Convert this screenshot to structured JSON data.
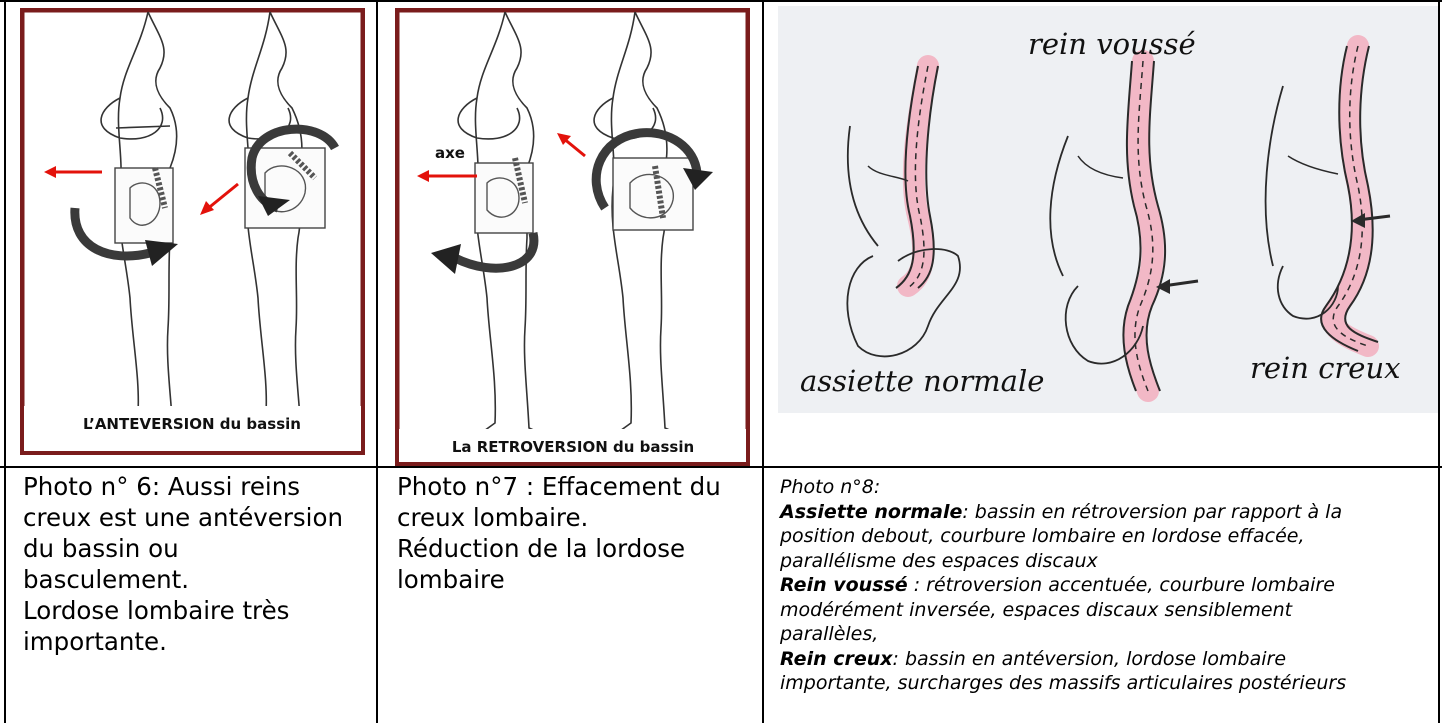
{
  "figure1": {
    "banner": "L’ANTEVERSION du bassin",
    "illustration": "anteversion-illustration"
  },
  "figure2": {
    "banner": "La RETROVERSION du bassin",
    "axis_label": "axe",
    "illustration": "retroversion-illustration"
  },
  "figure3": {
    "label_top": "rein voussé",
    "label_left": "assiette normale",
    "label_right": "rein creux",
    "illustration": "spine-curvature-sketch"
  },
  "caption1": {
    "lines": [
      "Photo n° 6: Aussi reins",
      "creux est une antéversion",
      "du bassin ou",
      "basculement.",
      "Lordose lombaire très",
      "importante."
    ]
  },
  "caption2": {
    "lines": [
      "Photo n°7 : Effacement du",
      "creux lombaire.",
      "Réduction de la lordose",
      "lombaire"
    ]
  },
  "caption3": {
    "title": "Photo n°8:",
    "p1_bold": "Assiette normale",
    "p1_rest_a": ": bassin en rétroversion par rapport à la",
    "p1_rest_b": "position debout, courbure lombaire en lordose effacée,",
    "p1_rest_c": "parallélisme des espaces discaux",
    "p2_bold": "Rein voussé",
    "p2_rest_a": " : rétroversion accentuée, courbure lombaire",
    "p2_rest_b": "modérément inversée, espaces discaux sensiblement",
    "p2_rest_c": "parallèles,",
    "p3_bold": "Rein creux",
    "p3_rest_a": ": bassin en antéversion, lordose lombaire",
    "p3_rest_b": "importante, surcharges des massifs articulaires postérieurs"
  },
  "colors": {
    "frame": "#7a1c1c",
    "arrow_red": "#e3120b",
    "rotation_arrow": "#3a3a3a",
    "spine_pink": "#f2b8c6",
    "sketch_bg": "#eef0f3"
  }
}
